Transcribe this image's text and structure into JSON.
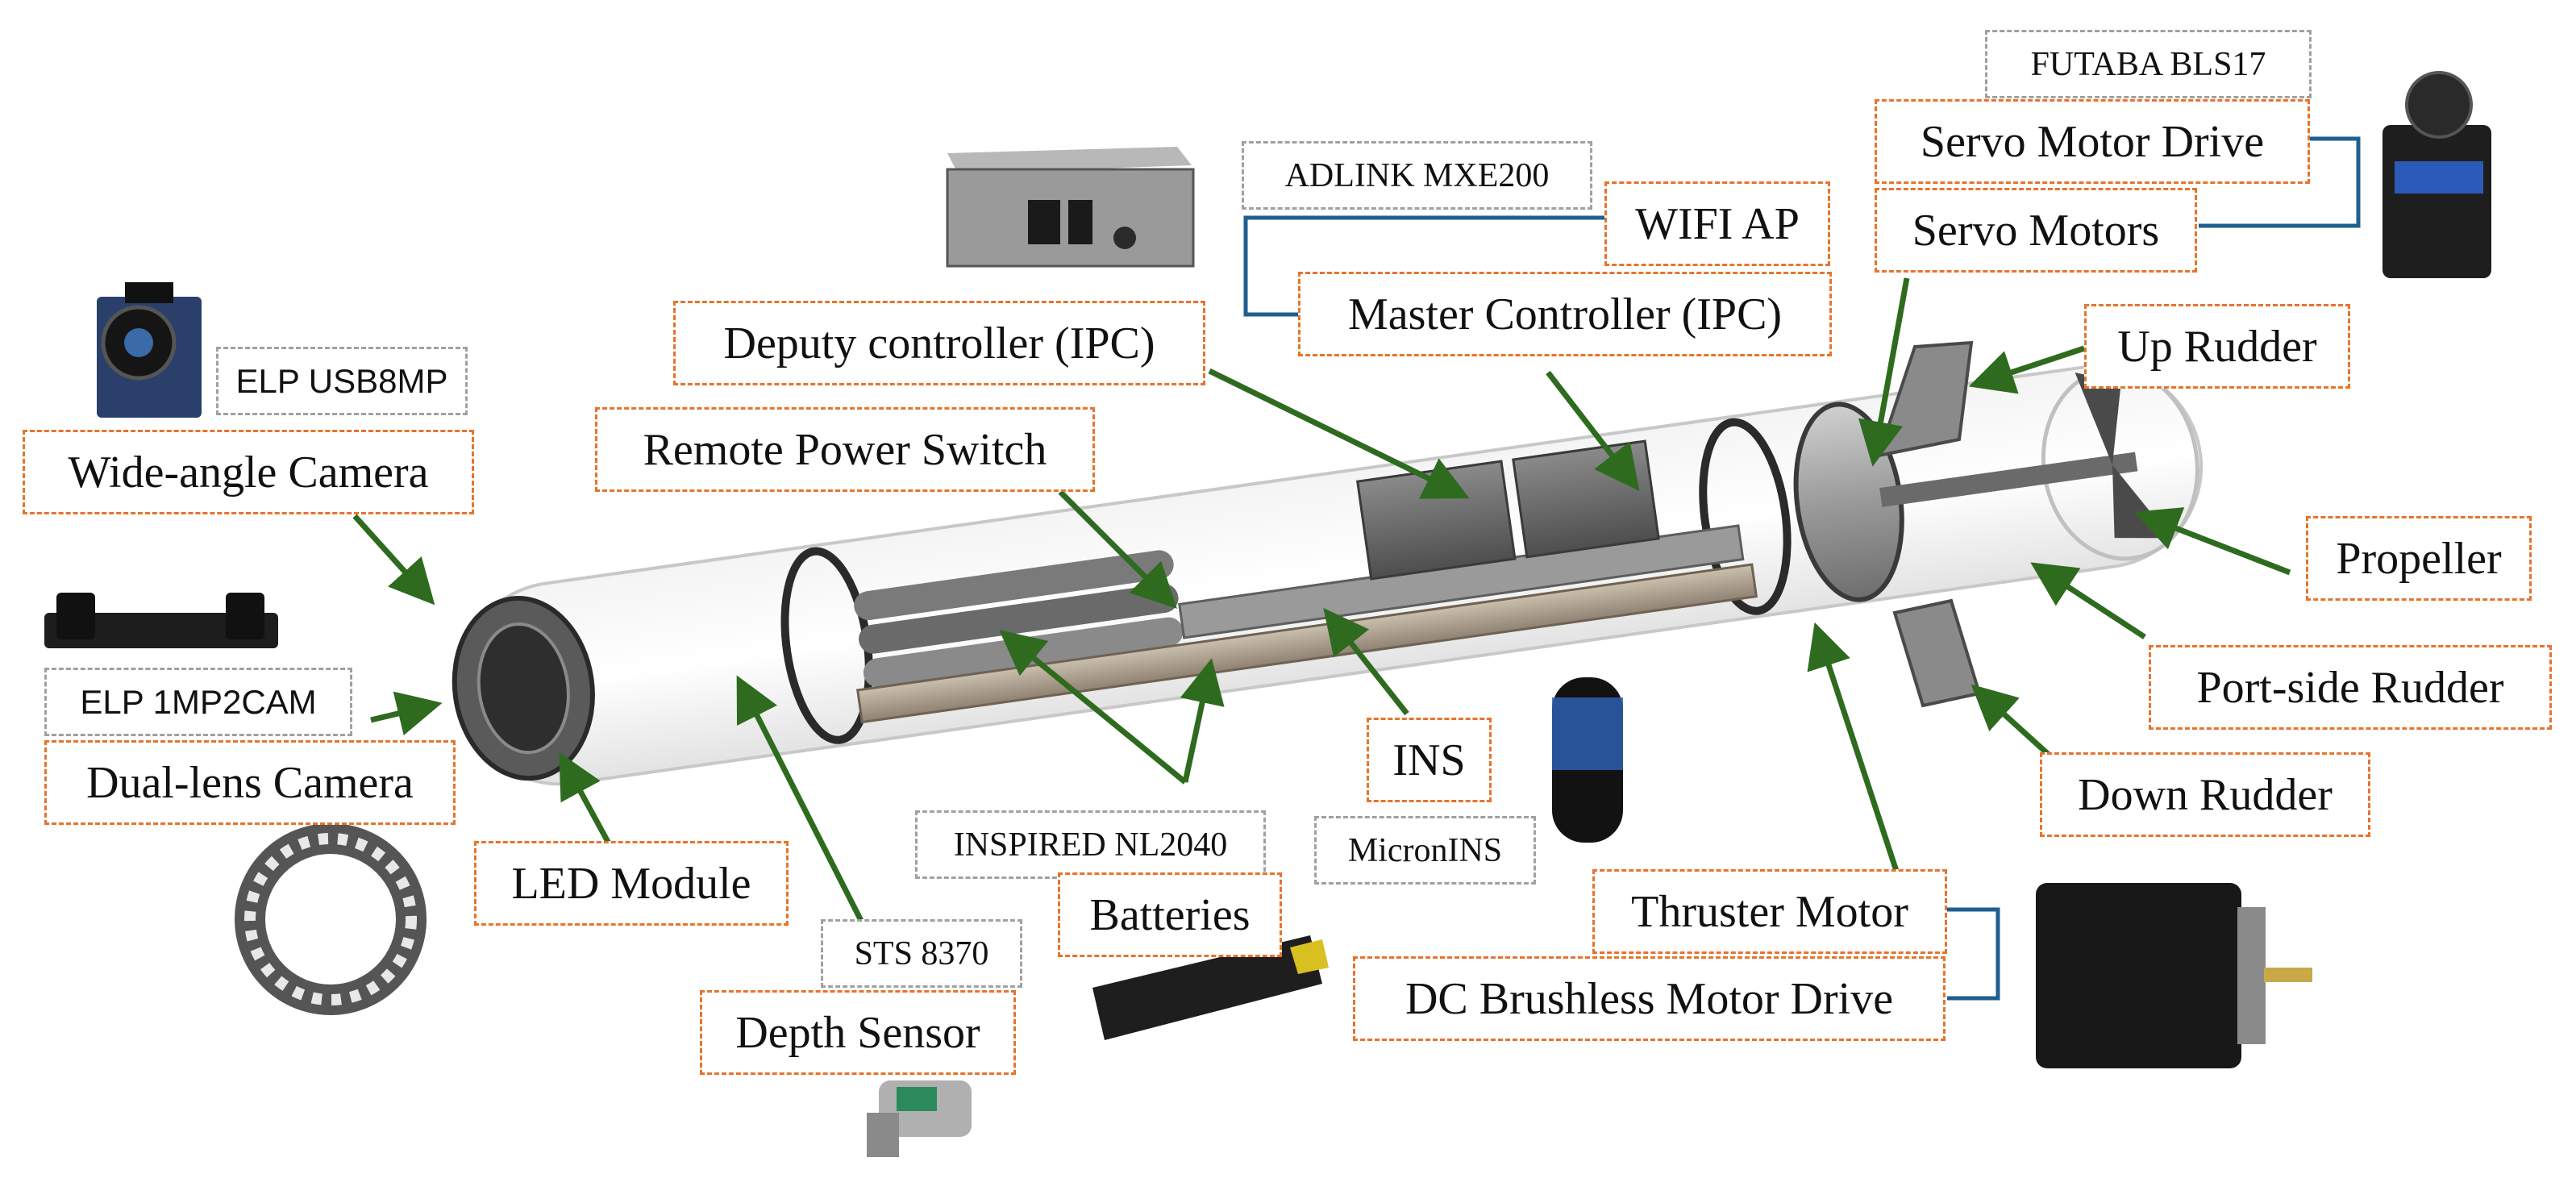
{
  "colors": {
    "label_border": "#e8732a",
    "model_border": "#a0a0a0",
    "arrow": "#2e6b1f",
    "bracket": "#1f5f8f"
  },
  "labels": {
    "wide_angle_camera": "Wide-angle Camera",
    "dual_lens_camera": "Dual-lens Camera",
    "led_module": "LED Module",
    "remote_power_switch": "Remote Power Switch",
    "deputy_controller": "Deputy controller (IPC)",
    "wifi_ap": "WIFI AP",
    "master_controller": "Master Controller (IPC)",
    "servo_motor_drive": "Servo Motor Drive",
    "servo_motors": "Servo Motors",
    "up_rudder": "Up Rudder",
    "propeller": "Propeller",
    "port_side_rudder": "Port-side Rudder",
    "down_rudder": "Down Rudder",
    "thruster_motor": "Thruster Motor",
    "dc_brushless_motor_drive": "DC Brushless Motor Drive",
    "ins": "INS",
    "batteries": "Batteries",
    "depth_sensor": "Depth Sensor"
  },
  "models": {
    "elp_usb8mp": "ELP USB8MP",
    "elp_1mp2cam": "ELP 1MP2CAM",
    "adlink": "ADLINK  MXE200",
    "futaba": "FUTABA BLS17",
    "inspired": "INSPIRED NL2040",
    "micronins": "MicronINS",
    "sts": "STS 8370"
  }
}
